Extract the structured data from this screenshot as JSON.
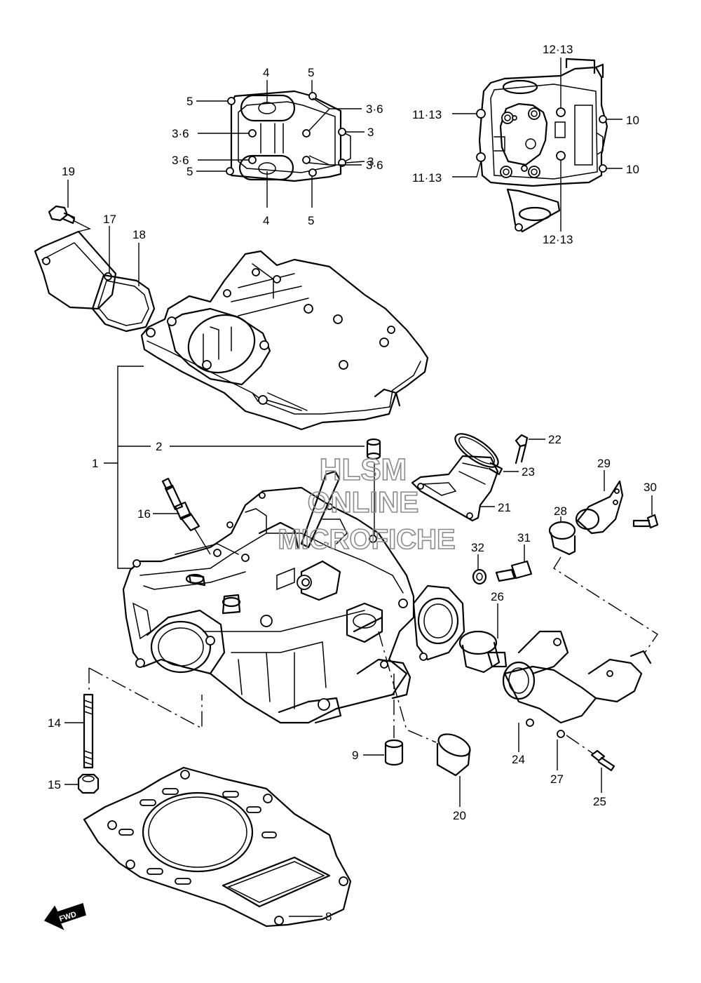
{
  "watermark": {
    "line1": "HLSM",
    "line2": "ONLINE",
    "line3": "MICROFICHE"
  },
  "fwd_label": "FWD",
  "callouts": {
    "c1": "1",
    "c2": "2",
    "c4a": "4",
    "c4b": "4",
    "c5a": "5",
    "c5b": "5",
    "c5c": "5",
    "c5d": "5",
    "c36a": "3·6",
    "c36b": "3·6",
    "c36c": "3·6",
    "c36d": "3·6",
    "c3a": "3",
    "c3b": "3",
    "c1213a": "12·13",
    "c1213b": "12·13",
    "c1113a": "11·13",
    "c1113b": "11·13",
    "c10a": "10",
    "c10b": "10",
    "c19": "19",
    "c17": "17",
    "c18": "18",
    "c22": "22",
    "c23": "23",
    "c21": "21",
    "c29": "29",
    "c30": "30",
    "c28": "28",
    "c16": "16",
    "c32": "32",
    "c31": "31",
    "c26": "26",
    "c14": "14",
    "c15": "15",
    "c9": "9",
    "c20": "20",
    "c24": "24",
    "c27": "27",
    "c25": "25",
    "c8": "8"
  }
}
